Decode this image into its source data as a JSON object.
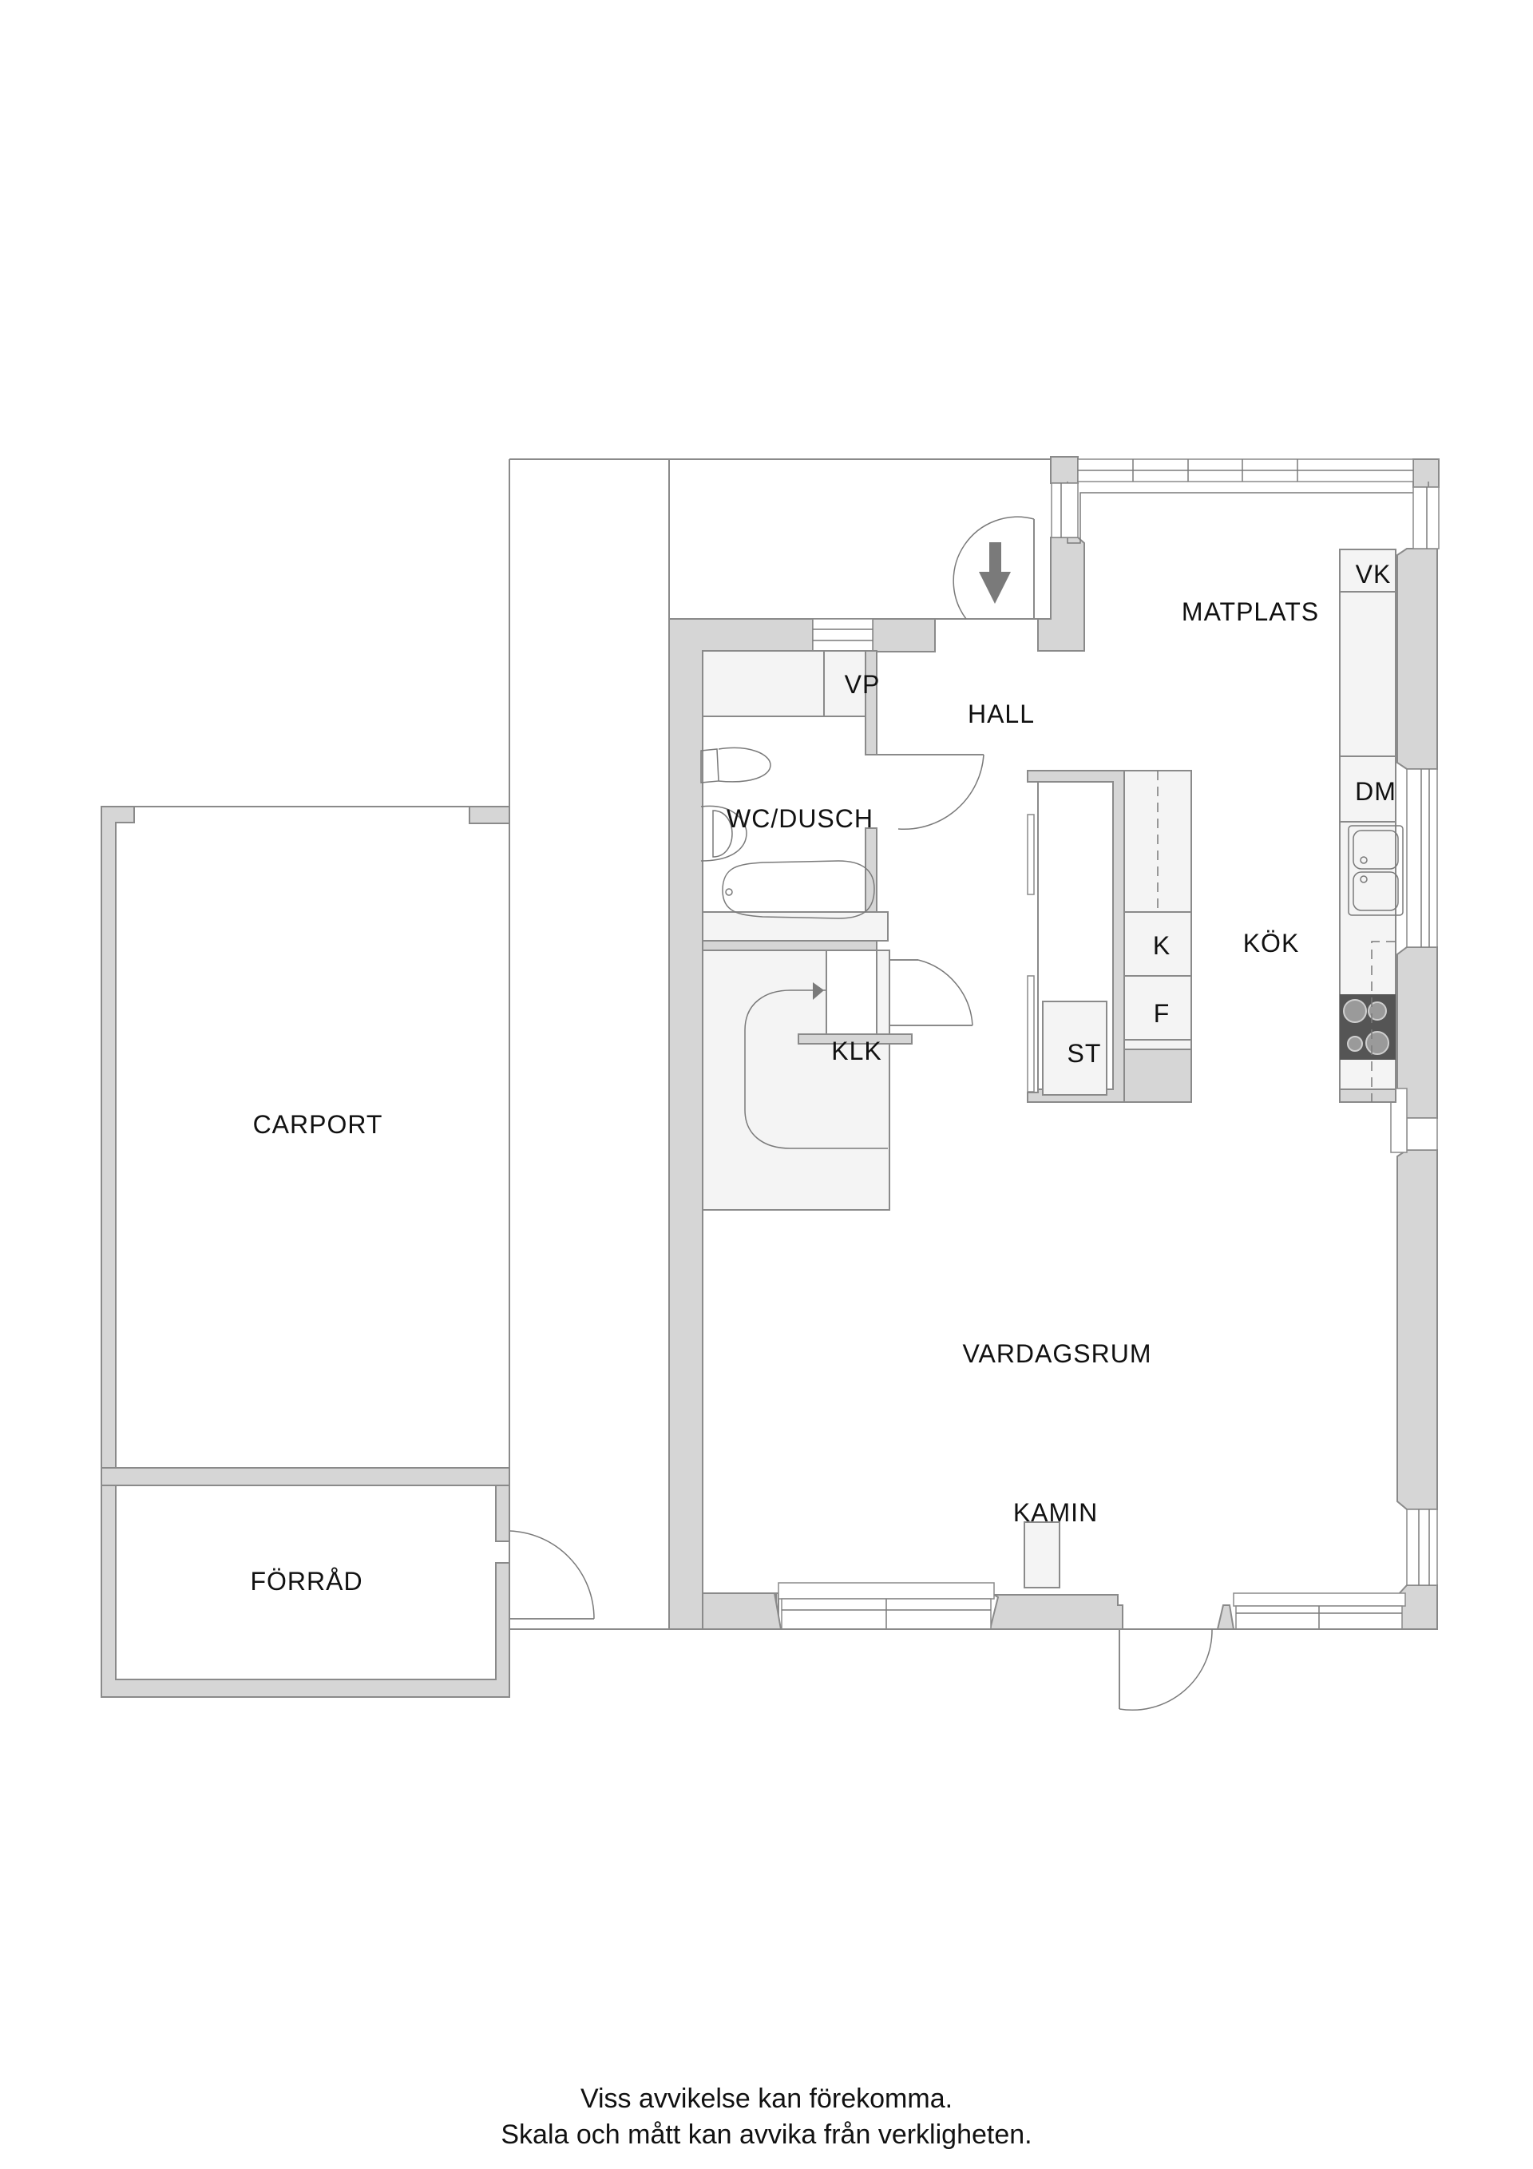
{
  "plan": {
    "rooms": {
      "matplats": "MATPLATS",
      "hall": "HALL",
      "wc_dusch": "WC/DUSCH",
      "kok": "KÖK",
      "klk": "KLK",
      "carport": "CARPORT",
      "vardagsrum": "VARDAGSRUM",
      "kamin": "KAMIN",
      "forrad": "FÖRRÅD"
    },
    "fixtures": {
      "vp": "VP",
      "vk": "VK",
      "dm": "DM",
      "k": "K",
      "f": "F",
      "st": "ST"
    },
    "entrance_icon": "arrow-down-icon",
    "colors": {
      "wall_fill": "#d6d6d6",
      "wall_stroke": "#8a8a8a",
      "fixture_fill": "#f4f4f4",
      "stove": "#555555",
      "arrow": "#7a7a7a"
    }
  },
  "footer": {
    "line1": "Viss avvikelse kan förekomma.",
    "line2": "Skala och mått kan avvika från verkligheten."
  }
}
